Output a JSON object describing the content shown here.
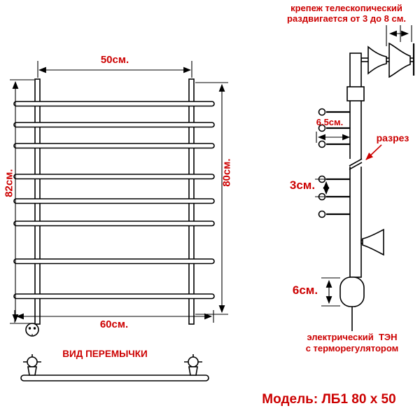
{
  "colors": {
    "accent_red": "#cc0000",
    "line_black": "#000000",
    "background": "#ffffff"
  },
  "front_view": {
    "dim_top": "50см.",
    "dim_left": "82см.",
    "dim_right": "80см.",
    "dim_bottom": "60см.",
    "crossbar_title": "ВИД ПЕРЕМЫЧКИ"
  },
  "side_view": {
    "mount_note_line1": "крепеж телескопический",
    "mount_note_line2": "раздвигается от 3 до 8 см.",
    "dim_depth": "6.5см.",
    "section_label": "разрез",
    "dim_gap": "3см.",
    "dim_heater": "6см.",
    "heater_line1": "электрический  ТЭН",
    "heater_line2": "с терморегулятором"
  },
  "footer": {
    "model_label": "Модель: ЛБ1 80 х 50"
  }
}
